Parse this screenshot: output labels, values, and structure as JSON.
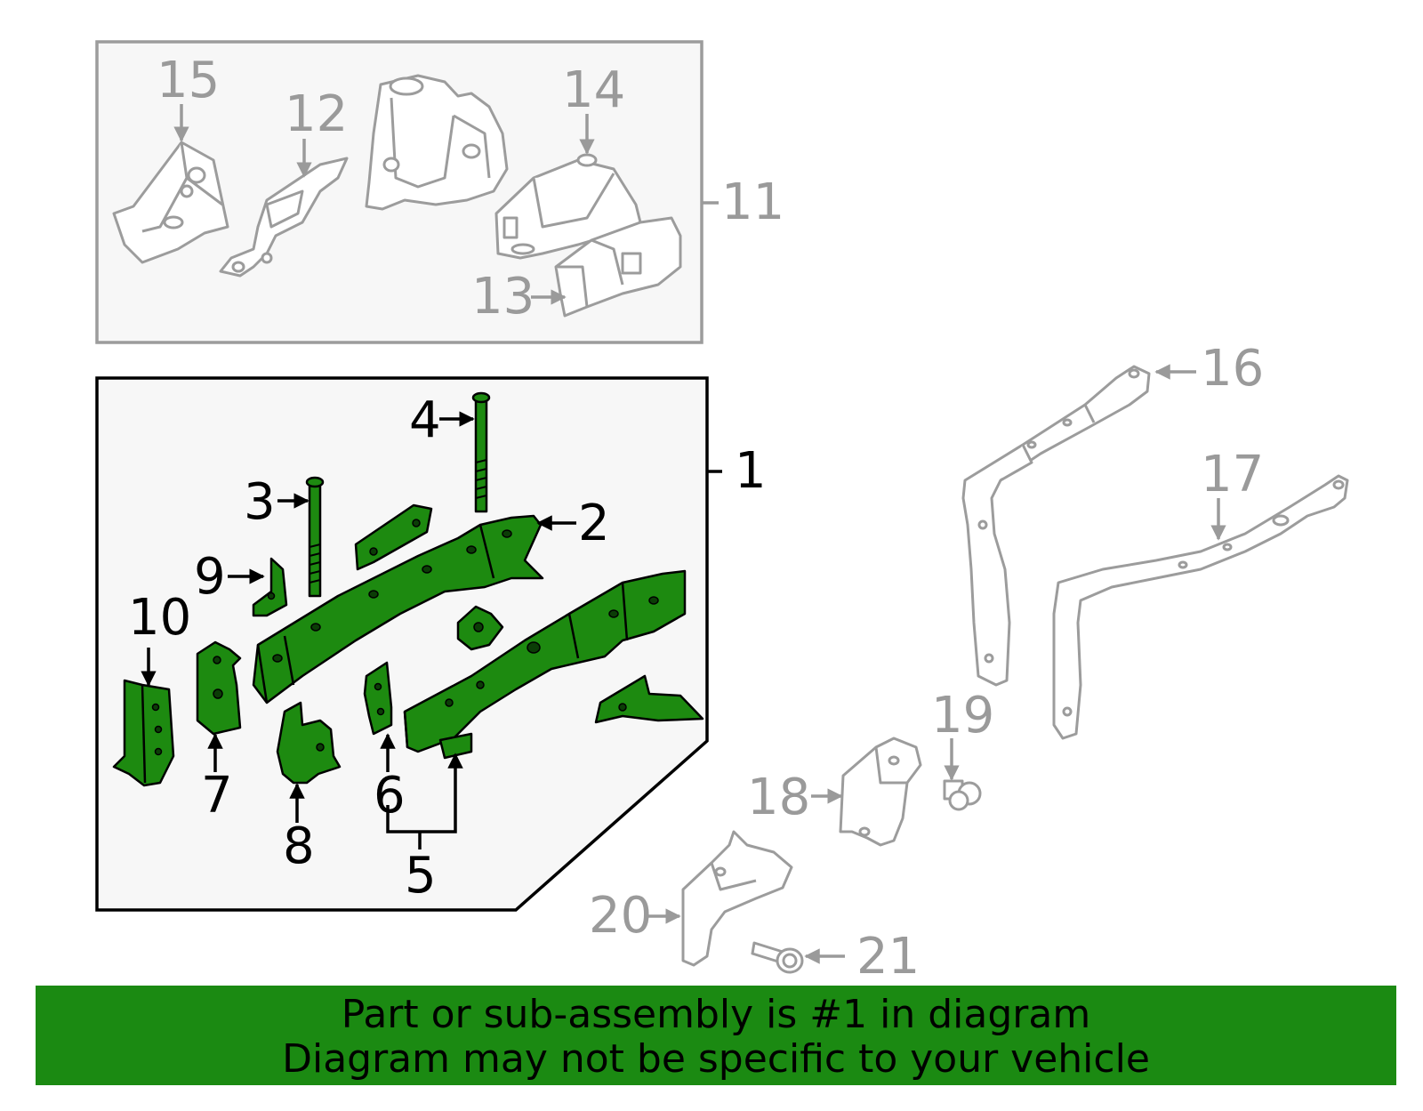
{
  "callouts": {
    "c1": "1",
    "c2": "2",
    "c3": "3",
    "c4": "4",
    "c5": "5",
    "c6": "6",
    "c7": "7",
    "c8": "8",
    "c9": "9",
    "c10": "10",
    "c11": "11",
    "c12": "12",
    "c13": "13",
    "c14": "14",
    "c15": "15",
    "c16": "16",
    "c17": "17",
    "c18": "18",
    "c19": "19",
    "c20": "20",
    "c21": "21"
  },
  "banner": {
    "line1": "Part or sub-assembly is #1 in diagram",
    "line2": "Diagram may not be specific to your vehicle"
  },
  "colors": {
    "highlight": "#1b8a12",
    "inactive_part": "#9c9c9c",
    "panel_bg": "#f7f7f7"
  }
}
